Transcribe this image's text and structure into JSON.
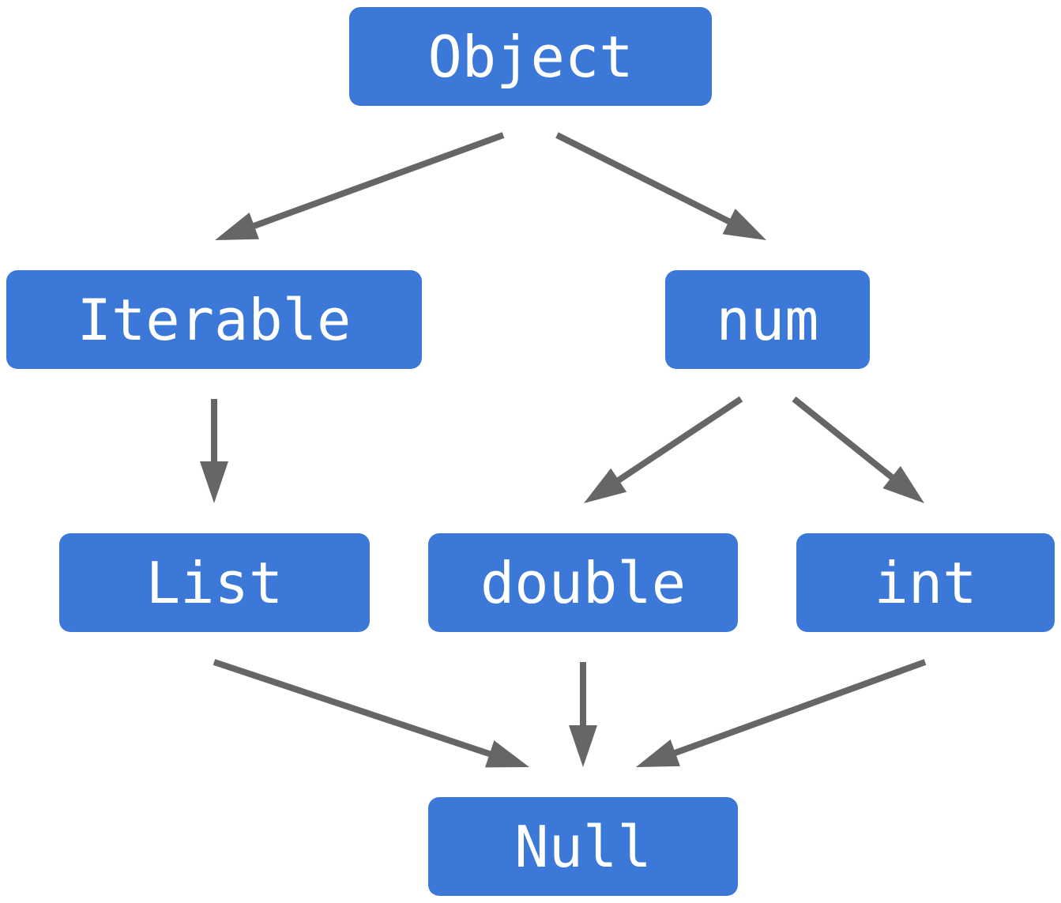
{
  "colors": {
    "node_fill": "#3c78d8",
    "node_text": "#ffffff",
    "edge": "#666666"
  },
  "nodes": {
    "object": {
      "label": "Object"
    },
    "iterable": {
      "label": "Iterable"
    },
    "num": {
      "label": "num"
    },
    "list": {
      "label": "List"
    },
    "double": {
      "label": "double"
    },
    "int": {
      "label": "int"
    },
    "null": {
      "label": "Null"
    }
  },
  "edges": [
    {
      "from": "object",
      "to": "iterable"
    },
    {
      "from": "object",
      "to": "num"
    },
    {
      "from": "iterable",
      "to": "list"
    },
    {
      "from": "num",
      "to": "double"
    },
    {
      "from": "num",
      "to": "int"
    },
    {
      "from": "list",
      "to": "null"
    },
    {
      "from": "double",
      "to": "null"
    },
    {
      "from": "int",
      "to": "null"
    }
  ]
}
